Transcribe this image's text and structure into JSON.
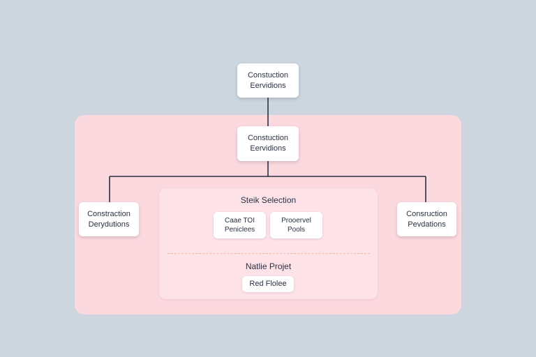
{
  "colors": {
    "background": "#cdd5de",
    "outer_panel": "#fcd8df",
    "inner_panel": "#fde3e8",
    "connector": "#2a3142",
    "divider": "#f0b8a8"
  },
  "nodes": {
    "root": {
      "line1": "Constuction",
      "line2": "Eervidions"
    },
    "mid": {
      "line1": "Constuction",
      "line2": "Eervidions"
    },
    "left": {
      "line1": "Constraction",
      "line2": "Derydutions"
    },
    "right": {
      "line1": "Consruction",
      "line2": "Pevdations"
    }
  },
  "inner_group": {
    "title": "Steik Selection",
    "chips": [
      {
        "line1": "Caae TOI",
        "line2": "Peniclees"
      },
      {
        "line1": "Prooervel",
        "line2": "Pools"
      }
    ],
    "subtitle": "Natlie Projet",
    "button": "Red Flolee"
  }
}
